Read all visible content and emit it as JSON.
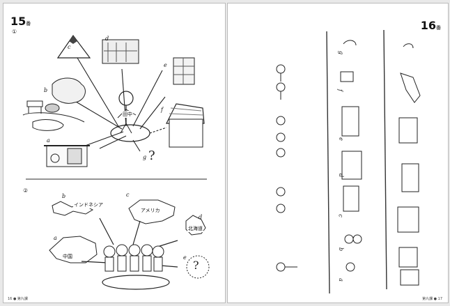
{
  "left_page": {
    "page_number": "15",
    "page_suffix": "番",
    "section1_mark": "①",
    "section2_mark": "②",
    "scene_labels": [
      "a",
      "b",
      "c",
      "d",
      "e",
      "f",
      "g"
    ],
    "person_name": "田中",
    "question_mark": "?",
    "countries": {
      "a_label": "a",
      "a_name": "中国",
      "b_label": "b",
      "b_name": "インドネシア",
      "c_label": "c",
      "c_name": "アメリカ",
      "d_label": "d",
      "d_name": "北海道",
      "e_label": "e"
    },
    "footer": "16 ● 第九課"
  },
  "right_page": {
    "page_number": "16",
    "page_suffix": "番",
    "column_labels": [
      "a",
      "b",
      "c",
      "d",
      "e",
      "f",
      "g"
    ],
    "footer": "第九課 ● 17"
  }
}
